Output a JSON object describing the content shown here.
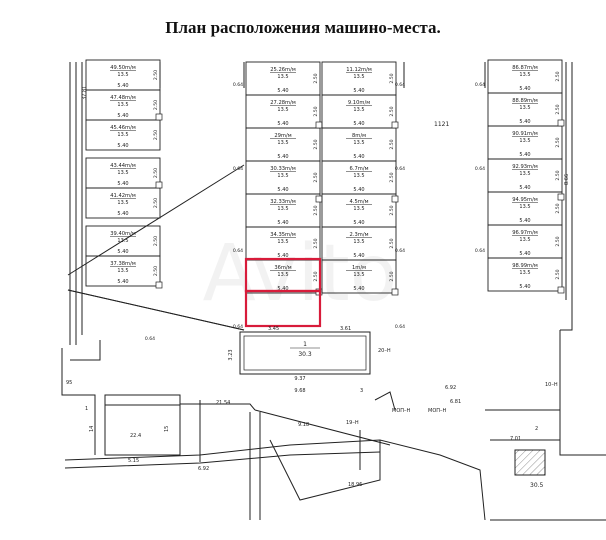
{
  "title": "План расположения машино-места.",
  "dims": {
    "w540": "5.40",
    "h250": "2.50",
    "d064": "0.64"
  },
  "col_left": [
    {
      "label": "49.50m/м",
      "area": "13.5"
    },
    {
      "label": "47.48m/м",
      "area": "13.5"
    },
    {
      "label": "45.46m/м",
      "area": "13.5"
    },
    {
      "label": "43.44m/м",
      "area": "13.5"
    },
    {
      "label": "41.42m/м",
      "area": "13.5"
    },
    {
      "label": "39.40m/м",
      "area": "13.5"
    },
    {
      "label": "37.38m/м",
      "area": "13.5"
    }
  ],
  "col_mid_a": [
    {
      "label": "25.26m/м",
      "area": "13.5"
    },
    {
      "label": "27.28m/м",
      "area": "13.5"
    },
    {
      "label": "29m/м",
      "area": "13.5"
    },
    {
      "label": "30.33m/м",
      "area": "13.5"
    },
    {
      "label": "32.33m/м",
      "area": "13.5"
    },
    {
      "label": "34.35m/м",
      "area": "13.5"
    },
    {
      "label": "36m/м",
      "area": "13.5"
    }
  ],
  "col_mid_b": [
    {
      "label": "11.12m/м",
      "area": "13.5"
    },
    {
      "label": "9.10m/м",
      "area": "13.5"
    },
    {
      "label": "8m/м",
      "area": "13.5"
    },
    {
      "label": "6.7m/м",
      "area": "13.5"
    },
    {
      "label": "4.5m/м",
      "area": "13.5"
    },
    {
      "label": "2.3m/м",
      "area": "13.5"
    },
    {
      "label": "1m/м",
      "area": "13.5"
    }
  ],
  "col_right": [
    {
      "label": "86.87m/м",
      "area": "13.5"
    },
    {
      "label": "88.89m/м",
      "area": "13.5"
    },
    {
      "label": "90.91m/м",
      "area": "13.5"
    },
    {
      "label": "92.93m/м",
      "area": "13.5"
    },
    {
      "label": "94.95m/м",
      "area": "13.5"
    },
    {
      "label": "96.97m/м",
      "area": "13.5"
    },
    {
      "label": "98.99m/м",
      "area": "13.5"
    }
  ],
  "room": {
    "num": "1",
    "area": "30.3",
    "side": "3.23",
    "inner_w": "9.37",
    "outer_w": "9.68",
    "mark": "20–Н"
  },
  "marks": {
    "aisle": "1121",
    "d3781": "37.81",
    "d866": "8.66",
    "d361": "3.61",
    "d345": "3.45",
    "d692": "6.92",
    "d681": "6.81",
    "mop1": "МОП–Н",
    "mop2": "МОП–Н",
    "m19": "19–Н",
    "m10": "10–Н",
    "d2154": "21.54",
    "d918": "9.18",
    "d701": "7.01",
    "d515": "5.15",
    "d692b": "6.92",
    "d1696": "18.96",
    "a305": "30.5",
    "a224": "22.4",
    "m95": "95",
    "m1": "1",
    "n14": "14",
    "n15": "15",
    "m2": "2",
    "m3": "3"
  }
}
